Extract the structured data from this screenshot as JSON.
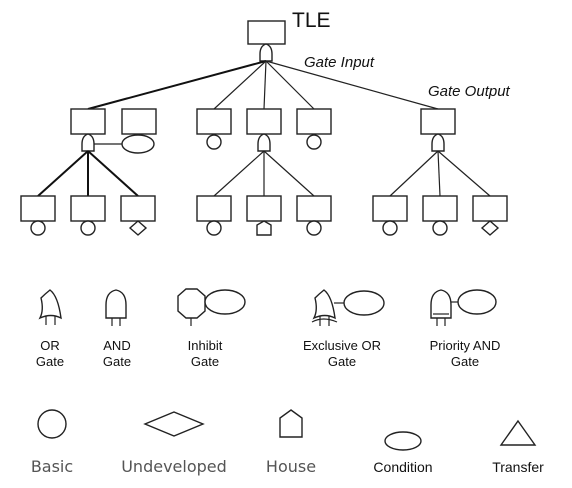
{
  "diagram": {
    "top_label": "TLE",
    "annotations": {
      "gate_input": "Gate Input",
      "gate_output": "Gate Output"
    }
  },
  "gate_legend": [
    {
      "line1": "OR",
      "line2": "Gate"
    },
    {
      "line1": "AND",
      "line2": "Gate"
    },
    {
      "line1": "Inhibit",
      "line2": "Gate"
    },
    {
      "line1": "Exclusive OR",
      "line2": "Gate"
    },
    {
      "line1": "Priority AND",
      "line2": "Gate"
    }
  ],
  "event_legend": [
    {
      "label": "Basic"
    },
    {
      "label": "Undeveloped"
    },
    {
      "label": "House"
    },
    {
      "label": "Condition"
    },
    {
      "label": "Transfer"
    }
  ],
  "colors": {
    "stroke": "#222222",
    "text": "#111111",
    "muted_text": "#555555"
  }
}
